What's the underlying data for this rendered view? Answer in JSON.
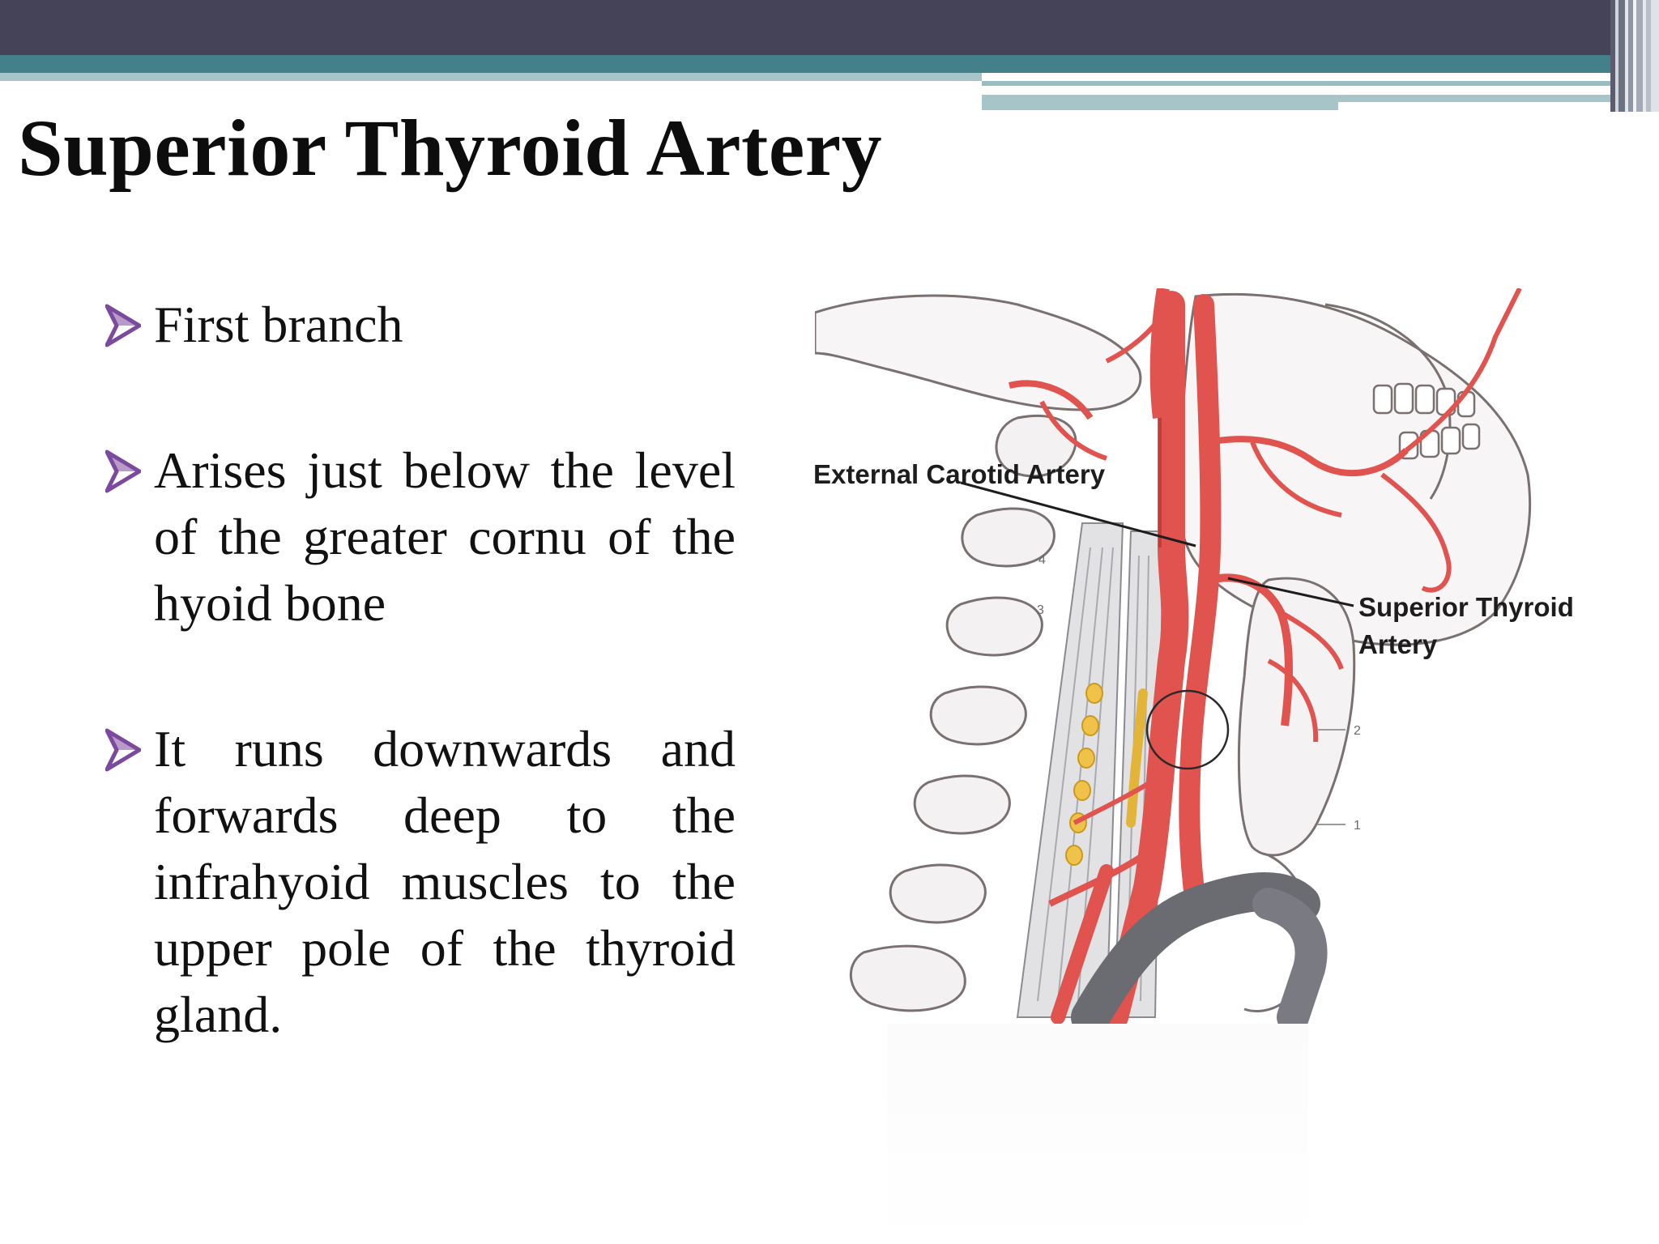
{
  "slide": {
    "title": "Superior Thyroid Artery",
    "bullets": [
      {
        "text": "First branch"
      },
      {
        "text": "Arises just below the level of the greater cornu of the hyoid bone"
      },
      {
        "text": "It runs downwards and forwards deep to the infrahyoid muscles to the upper pole of the thyroid gland."
      }
    ]
  },
  "figure": {
    "label_external_carotid": "External Carotid Artery",
    "label_superior_thyroid_line1": "Superior Thyroid",
    "label_superior_thyroid_line2": "Artery",
    "numbers": [
      "4",
      "3",
      "2",
      "1"
    ]
  },
  "colors": {
    "header_dark": "#444358",
    "header_teal": "#44808a",
    "header_teal_light": "#a7c5c9",
    "bullet_arrow": "#7b4a9e",
    "artery_red": "#e0534e"
  }
}
